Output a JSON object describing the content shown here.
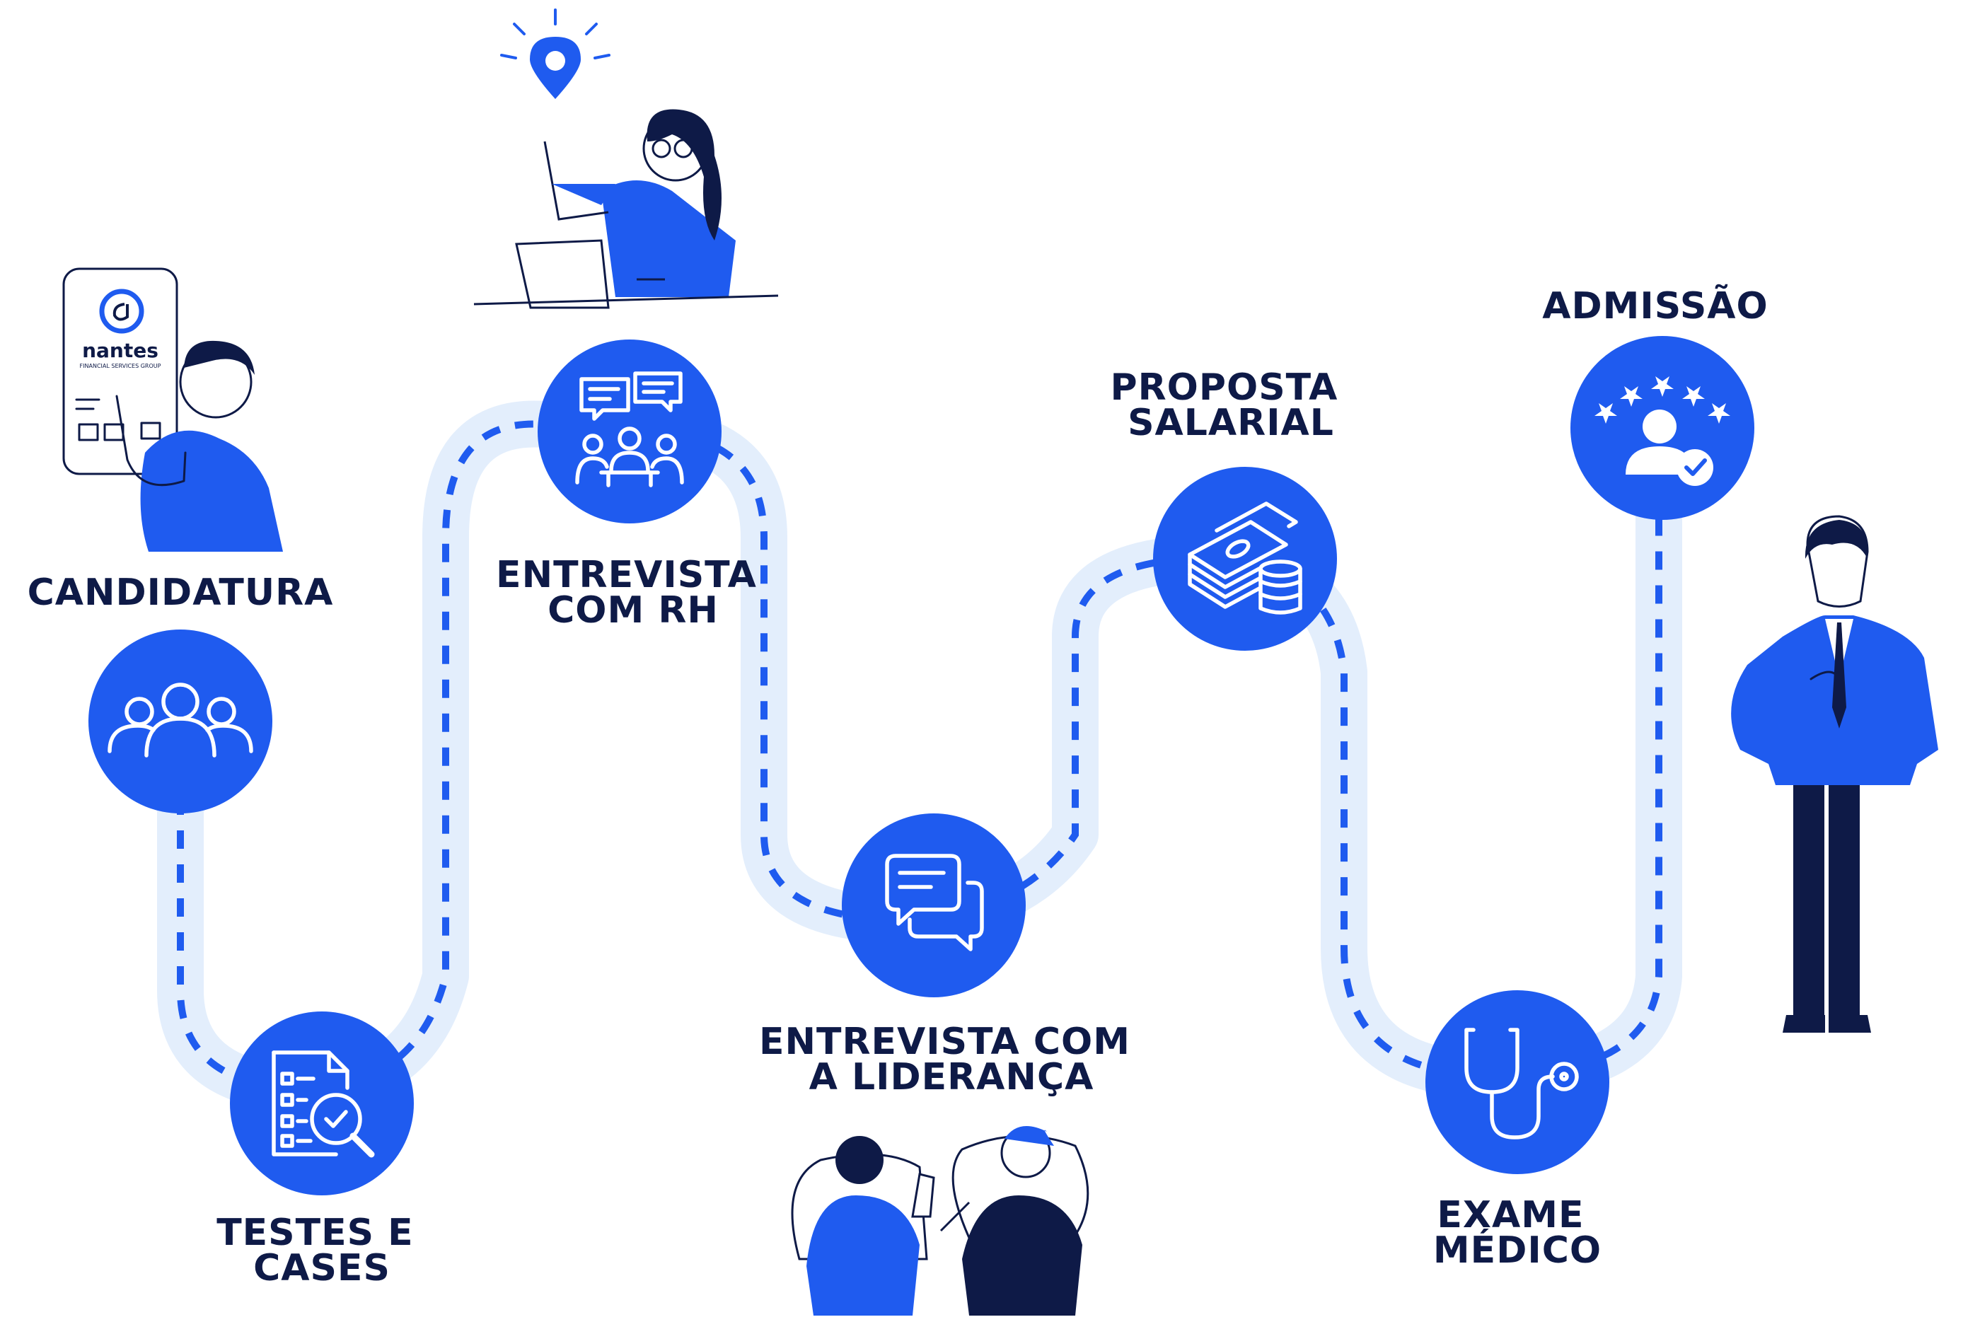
{
  "brand": {
    "logo_text": "nantes",
    "logo_subtext": "FINANCIAL SERVICES GROUP"
  },
  "colors": {
    "primary_blue": "#1f5bef",
    "navy": "#0e1a47",
    "path_light": "#e3eefc",
    "path_dashes": "#1f5bef"
  },
  "steps": [
    {
      "lines": [
        "CANDIDATURA"
      ],
      "icon": "group-people-icon"
    },
    {
      "lines": [
        "TESTES E",
        "CASES"
      ],
      "icon": "checklist-search-icon"
    },
    {
      "lines": [
        "ENTREVISTA",
        "COM RH"
      ],
      "icon": "meeting-chat-icon"
    },
    {
      "lines": [
        "ENTREVISTA COM",
        "A LIDERANÇA"
      ],
      "icon": "chat-bubbles-icon"
    },
    {
      "lines": [
        "PROPOSTA",
        "SALARIAL"
      ],
      "icon": "money-coins-icon"
    },
    {
      "lines": [
        "EXAME",
        "MÉDICO"
      ],
      "icon": "stethoscope-icon"
    },
    {
      "lines": [
        "ADMISSÃO"
      ],
      "icon": "user-rating-check-icon"
    }
  ]
}
